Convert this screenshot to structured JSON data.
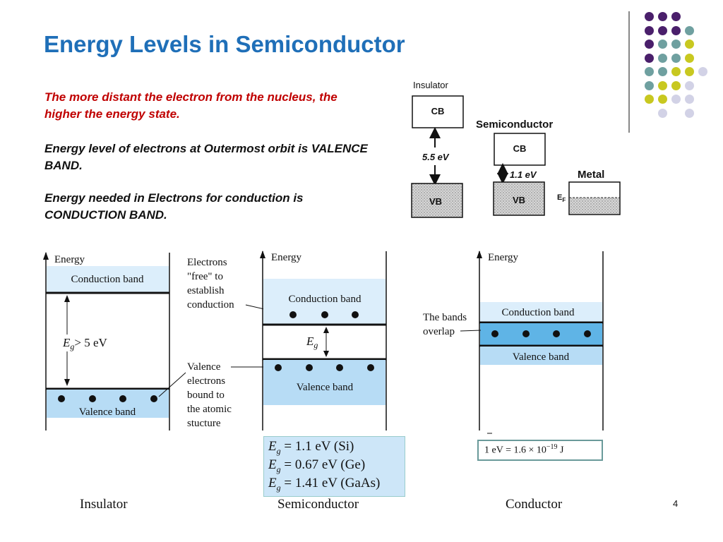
{
  "slide": {
    "title": "Energy Levels in Semiconductor",
    "paragraphs": [
      "The more distant the electron from the nucleus, the higher the energy state.",
      "Energy level of electrons at Outermost orbit is VALENCE BAND.",
      "Energy needed in Electrons for conduction is CONDUCTION BAND."
    ],
    "slide_number": "4"
  },
  "colors": {
    "title": "#1f6fb8",
    "red_text": "#c00000",
    "band_light": "#dceefb",
    "band_mid": "#b7dcf5",
    "dot_purple": "#4a1f6b",
    "dot_teal": "#6fa0a0",
    "dot_yellow": "#c8c820",
    "dot_lavender": "#d2d2e6"
  },
  "small_diagram": {
    "insulator_label": "Insulator",
    "cb": "CB",
    "vb": "VB",
    "insulator_gap": "5.5 eV",
    "semiconductor_label": "Semiconductor",
    "semiconductor_gap": "1.1 eV",
    "metal_label": "Metal",
    "fermi_label": "E",
    "fermi_sub": "F"
  },
  "insulator": {
    "energy": "Energy",
    "conduction": "Conduction band",
    "gap_label": "> 5 eV",
    "valence": "Valence band",
    "caption": "Insulator"
  },
  "annotations": {
    "electrons_free": [
      "Electrons",
      "\"free\" to",
      "establish",
      "conduction"
    ],
    "valence_electrons": [
      "Valence",
      "electrons",
      "bound to",
      "the atomic",
      "stucture"
    ],
    "bands_overlap": [
      "The bands",
      "overlap"
    ]
  },
  "semiconductor": {
    "energy": "Energy",
    "conduction": "Conduction band",
    "valence": "Valence band",
    "caption": "Semiconductor",
    "gap_values": [
      {
        "value": " = 1.1 eV (Si)"
      },
      {
        "value": " = 0.67 eV (Ge)"
      },
      {
        "value": " = 1.41 eV (GaAs)"
      }
    ]
  },
  "conductor": {
    "energy": "Energy",
    "conduction": "Conduction band",
    "valence": "Valence band",
    "caption": "Conductor",
    "ev_equation_left": "1 eV = 1.6 × 10",
    "ev_exponent": "−19",
    "ev_unit": " J"
  }
}
